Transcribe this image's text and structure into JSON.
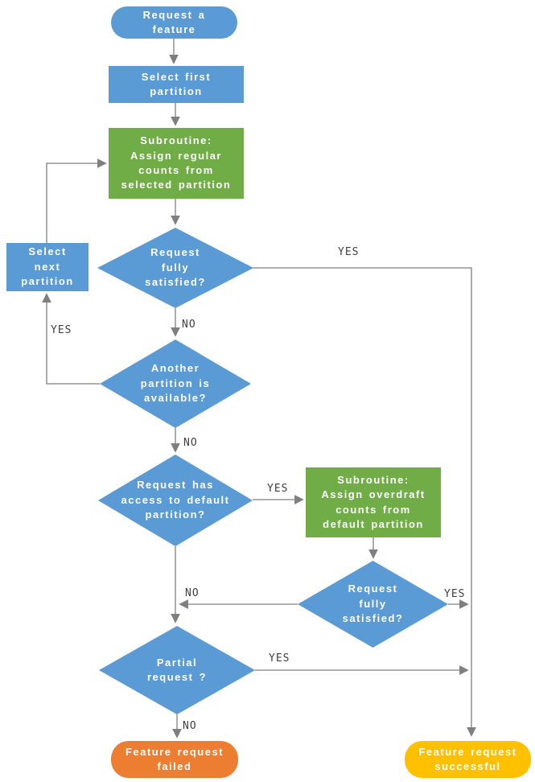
{
  "colors": {
    "process_blue": "#5B9BD5",
    "subroutine_green": "#70AD47",
    "failed_orange": "#ED7D31",
    "success_yellow": "#FFC000",
    "connector_gray": "#7F7F7F",
    "edge_label_text": "#3f3f3f"
  },
  "edge_labels": {
    "yes": "YES",
    "no": "NO"
  },
  "nodes": {
    "start": "Request a\nfeature",
    "select_first": "Select first\npartition",
    "sub_regular": "Subroutine:\nAssign regular\ncounts from\nselected partition",
    "satisfied_1": "Request\nfully\nsatisfied?",
    "select_next": "Select\nnext\npartition",
    "another_partition": "Another\npartition is\navailable?",
    "default_access": "Request has\naccess to default\npartition?",
    "sub_overdraft": "Subroutine:\nAssign overdraft\ncounts from\ndefault partition",
    "satisfied_2": "Request\nfully\nsatisfied?",
    "partial": "Partial\nrequest ?",
    "failed": "Feature request\nfailed",
    "successful": "Feature request\nsuccessful"
  }
}
